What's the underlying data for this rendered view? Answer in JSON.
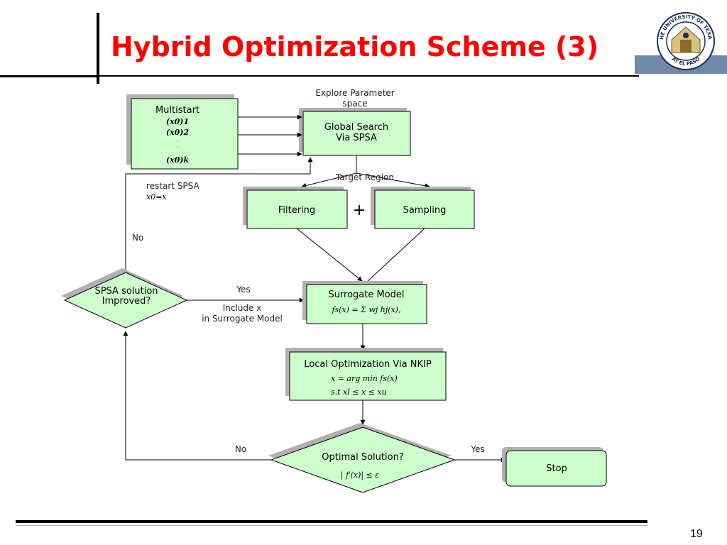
{
  "slide": {
    "title": "Hybrid Optimization Scheme (3)",
    "page_number": "19"
  },
  "logo": {
    "text_top": "THE UNIVERSITY OF TEXAS",
    "text_bottom": "AT EL PASO"
  },
  "diagram": {
    "explore_label_1": "Explore Parameter",
    "explore_label_2": "space",
    "multistart": {
      "title": "Multistart",
      "items": [
        "(x0)1",
        "(x0)2",
        "(x0)k"
      ]
    },
    "global_search": {
      "line1": "Global Search",
      "line2": "Via SPSA"
    },
    "target_region": "Target Region",
    "filtering": "Filtering",
    "plus": "+",
    "sampling": "Sampling",
    "restart": {
      "line1": "restart SPSA",
      "line2": "x0=x"
    },
    "no_left": "No",
    "spsa_improved": {
      "line1": "SPSA solution",
      "line2": "Improved?"
    },
    "yes_mid": "Yes",
    "include": {
      "line1": "Include x",
      "line2": "in Surrogate Model"
    },
    "surrogate": {
      "title": "Surrogate Model",
      "formula": "fs(x) = Σ wj hj(x),"
    },
    "local_opt": {
      "title": "Local Optimization Via NKIP",
      "line1": "x = arg min  fs(x)",
      "line2": "s.t  xl ≤ x ≤ xu"
    },
    "optimal": {
      "title": "Optimal Solution?",
      "formula": "| f′(x)| ≤ ε"
    },
    "no_bottom": "No",
    "yes_bottom": "Yes",
    "stop": "Stop"
  },
  "colors": {
    "title": "#ff0000",
    "box_fill": "#ccffcc",
    "box_shadow": "#b0b0b0",
    "accent_bar": "#6f8aa8"
  }
}
